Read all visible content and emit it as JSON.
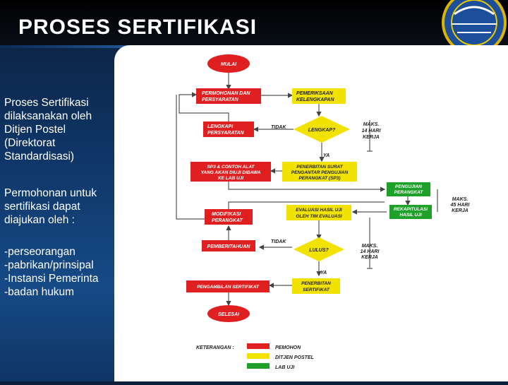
{
  "slide": {
    "title": "PROSES SERTIFIKASI",
    "paragraph1": [
      "Proses Sertifikasi",
      "dilaksanakan oleh",
      "Ditjen Postel",
      "(Direktorat",
      "Standardisasi)"
    ],
    "paragraph2": [
      "Permohonan untuk",
      "sertifikasi dapat",
      "diajukan oleh :"
    ],
    "list": [
      "-perseorangan",
      "-pabrikan/prinsipal",
      "-Instansi Pemerinta",
      "-badan hukum"
    ]
  },
  "colors": {
    "pemohon": "#e02020",
    "postel": "#f2e200",
    "lab": "#1fa02a",
    "bg": "#0f3566"
  },
  "flow": {
    "mulai": "MULAI",
    "permohonan": [
      "PERMOHONAN DAN",
      "PERSYARATAN"
    ],
    "pemeriksaan": [
      "PEMERIKSAAN",
      "KELENGKAPAN"
    ],
    "lengkapi": [
      "LENGKAPI",
      "PERSYARATAN"
    ],
    "tidak1": "TIDAK",
    "lengkap": "LENGKAP?",
    "maks1": [
      "MAKS.",
      "14 HARI",
      "KERJA"
    ],
    "ya1": "YA",
    "sp3": [
      "SP3 & CONTOH ALAT",
      "YANG AKAN DIUJI DIBAWA",
      "KE LAB UJI"
    ],
    "penerbitan": [
      "PENERBITAN SURAT",
      "PENGANTAR PENGUJIAN",
      "PERANGKAT (SP3)"
    ],
    "pengujian": [
      "PENGUJIAN",
      "PERANGKAT"
    ],
    "maks45": [
      "MAKS.",
      "45 HARI",
      "KERJA"
    ],
    "modifikasi": [
      "MODIFIKASI",
      "PERANGKAT"
    ],
    "evaluasi": [
      "EVALUASI HASIL UJI",
      "OLEH TIM EVALUASI"
    ],
    "rekapitulasi": [
      "REKAPITULASI",
      "HASIL UJI"
    ],
    "maks2": [
      "MAKS.",
      "14 HARI",
      "KERJA"
    ],
    "pemberitahuan": "PEMBERITAHUAN",
    "tidak2": "TIDAK",
    "lulus": "LULUS?",
    "ya2": "YA",
    "pengambilan": "PENGAMBILAN SERTIFIKAT",
    "penerbitan_sert": [
      "PENERBITAN",
      "SERTIFIKAT"
    ],
    "selesai": "SELESAI",
    "legend_title": "KETERANGAN :",
    "legend": [
      "PEMOHON",
      "DITJEN POSTEL",
      "LAB UJI"
    ]
  }
}
